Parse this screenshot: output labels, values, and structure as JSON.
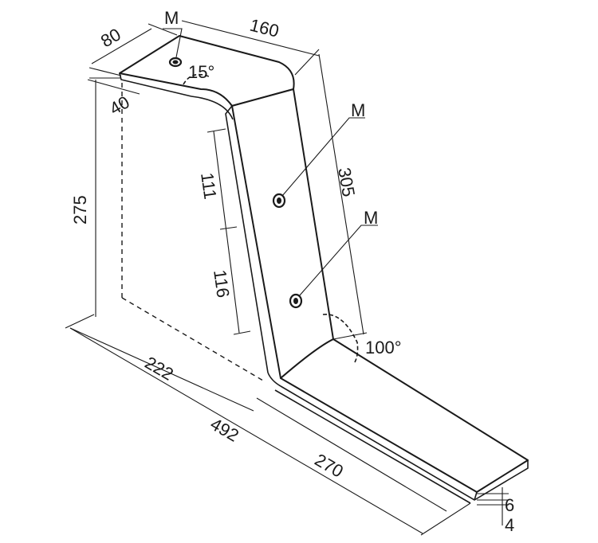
{
  "dimensions": {
    "top_depth": "80",
    "top_width": "160",
    "hole_offset": "40",
    "height": "275",
    "slot_upper": "111",
    "slot_lower": "116",
    "vertical_length": "305",
    "base_back": "222",
    "base_total": "492",
    "base_front": "270",
    "thickness_upper": "6",
    "thickness_lower": "4"
  },
  "angles": {
    "top_bend": "15°",
    "bottom_bend": "100°"
  },
  "holes": {
    "top_label": "M",
    "middle_label": "M",
    "lower_label": "M"
  }
}
